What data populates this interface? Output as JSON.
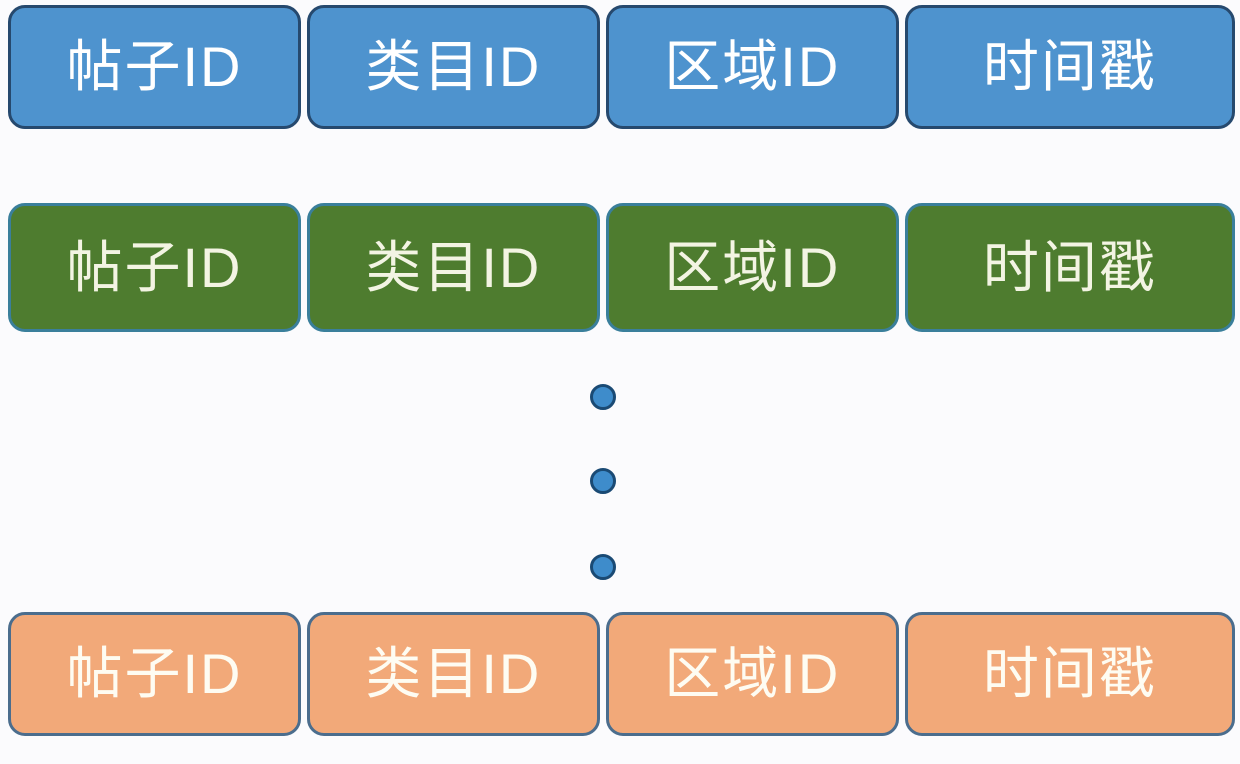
{
  "diagram": {
    "title": "record-list-structure",
    "rows": [
      {
        "id": "record-top",
        "fill": "#4e93ce",
        "border": "#26496e",
        "text_color": "#ffffff",
        "cells": [
          "帖子ID",
          "类目ID",
          "区域ID",
          "时间戳"
        ]
      },
      {
        "id": "record-second",
        "fill": "#4e7c2f",
        "border": "#3a7f9b",
        "text_color": "#f3f4e3",
        "cells": [
          "帖子ID",
          "类目ID",
          "区域ID",
          "时间戳"
        ]
      },
      {
        "id": "record-last",
        "fill": "#f2a979",
        "border": "#4b6d8d",
        "text_color": "#fefcf2",
        "cells": [
          "帖子ID",
          "类目ID",
          "区域ID",
          "时间戳"
        ]
      }
    ],
    "ellipsis": {
      "dot_count": 3,
      "dot_fill": "#3e8ccb",
      "dot_border": "#1a4a74"
    },
    "background": "#fbfbfd"
  }
}
